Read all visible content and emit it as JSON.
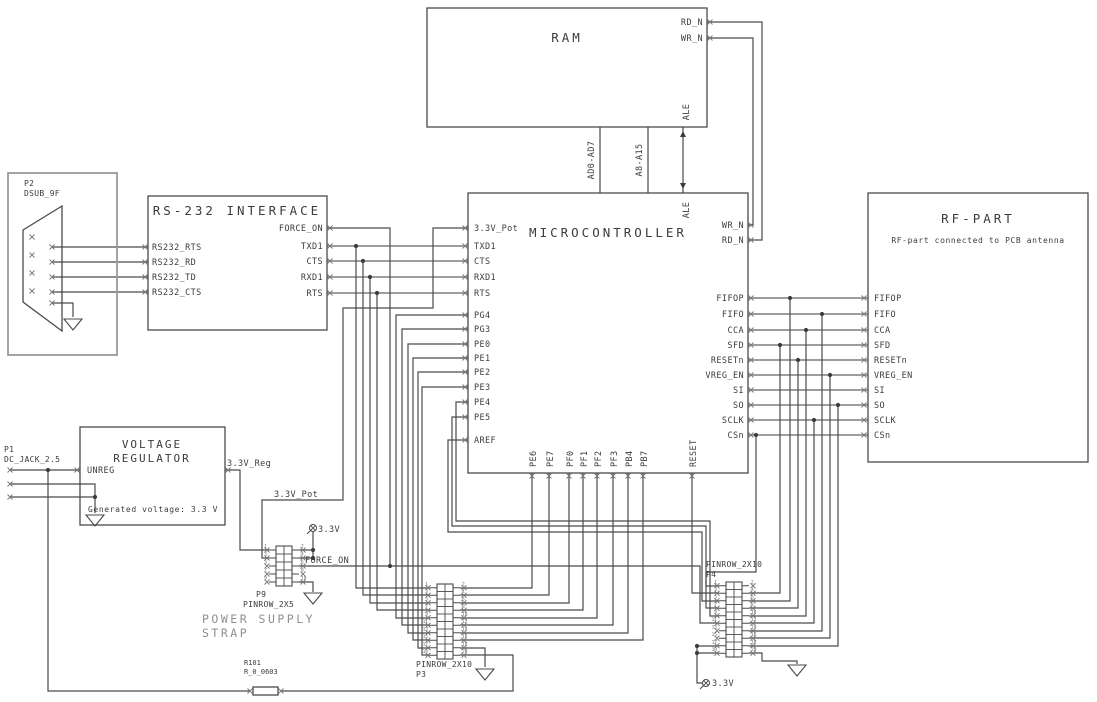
{
  "blocks": {
    "ram": {
      "title": "RAM",
      "pin_rd": "RD_N",
      "pin_wr": "WR_N",
      "pin_ale": "ALE",
      "bus_ad": "AD0-AD7",
      "bus_a": "A8-A15"
    },
    "micro": {
      "title": "MICROCONTROLLER",
      "pin_ale": "ALE",
      "pin_wr": "WR_N",
      "pin_rd": "RD_N",
      "pins_left": [
        "3.3V_Pot",
        "TXD1",
        "CTS",
        "RXD1",
        "RTS",
        "PG4",
        "PG3",
        "PE0",
        "PE1",
        "PE2",
        "PE3",
        "PE4",
        "PE5",
        "AREF"
      ],
      "pins_right": [
        "FIFOP",
        "FIFO",
        "CCA",
        "SFD",
        "RESETn",
        "VREG_EN",
        "SI",
        "SO",
        "SCLK",
        "CSn"
      ],
      "pins_bottom": [
        "PE6",
        "PE7",
        "PF0",
        "PF1",
        "PF2",
        "PF3",
        "PB4",
        "PB7",
        "RESET"
      ]
    },
    "rs232": {
      "title": "RS-232 INTERFACE",
      "pins_left": [
        "RS232_RTS",
        "RS232_RD",
        "RS232_TD",
        "RS232_CTS"
      ],
      "pins_right": [
        "FORCE_ON",
        "TXD1",
        "CTS",
        "RXD1",
        "RTS"
      ]
    },
    "rf": {
      "title": "RF-PART",
      "note": "RF-part connected to PCB antenna",
      "pins_left": [
        "FIFOP",
        "FIFO",
        "CCA",
        "SFD",
        "RESETn",
        "VREG_EN",
        "SI",
        "SO",
        "SCLK",
        "CSn"
      ]
    },
    "vreg": {
      "title1": "VOLTAGE",
      "title2": "REGULATOR",
      "pin_in": "UNREG",
      "note": "Generated voltage: 3.3 V"
    }
  },
  "connectors": {
    "p2": {
      "ref": "P2",
      "type": "DSUB_9F"
    },
    "p1": {
      "ref": "P1",
      "type": "DC_JACK_2.5"
    },
    "p9": {
      "ref": "P9",
      "type": "PINROW_2X5"
    },
    "p3": {
      "ref": "P3",
      "type": "PINROW_2X10"
    },
    "p4": {
      "ref": "P4",
      "type": "PINROW_2X10"
    }
  },
  "parts": {
    "r101": {
      "ref": "R101",
      "type": "R_0_0603"
    }
  },
  "nets": {
    "v33reg": "3.3V_Reg",
    "v33pot": "3.3V_Pot",
    "forceon": "FORCE_ON",
    "v33": "3.3V"
  },
  "annotations": {
    "strap1": "POWER SUPPLY",
    "strap2": "STRAP"
  },
  "colors": {
    "wire": "#4a4a4a",
    "wire_gray": "#8f8f8f",
    "text": "#3c3c3c"
  }
}
